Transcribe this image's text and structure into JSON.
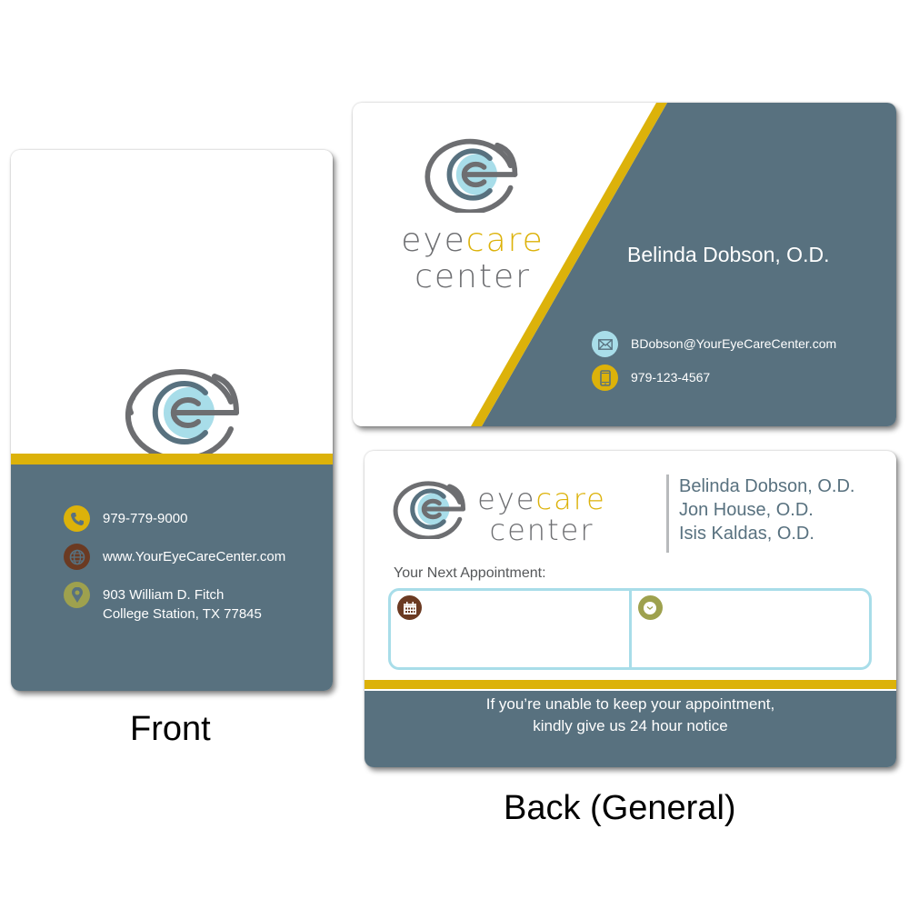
{
  "brand": {
    "word_eye": "eye",
    "word_care": "care",
    "word_center": "center",
    "colors": {
      "slate": "#58717f",
      "gold": "#dcb20a",
      "gray": "#6d6e71",
      "light_blue": "#a8dde9",
      "brown": "#6b3a22",
      "olive": "#9ea14e"
    }
  },
  "front": {
    "contacts": [
      {
        "icon": "phone-icon",
        "text": "979-779-9000"
      },
      {
        "icon": "globe-icon",
        "text": "www.YourEyeCareCenter.com"
      },
      {
        "icon": "location-pin-icon",
        "line1": "903 William D. Fitch",
        "line2": "College Station, TX 77845"
      }
    ]
  },
  "back_personal": {
    "name": "Belinda Dobson, O.D.",
    "email": "BDobson@YourEyeCareCenter.com",
    "phone": "979-123-4567"
  },
  "back_general": {
    "doctors": [
      "Belinda Dobson, O.D.",
      "Jon House, O.D.",
      "Isis Kaldas, O.D."
    ],
    "appointment_label": "Your Next Appointment:",
    "date_value": "",
    "time_value": "",
    "notice_line1": "If you’re unable to keep your appointment,",
    "notice_line2": "kindly give us 24 hour notice"
  },
  "captions": {
    "front": "Front",
    "back": "Back (General)"
  }
}
